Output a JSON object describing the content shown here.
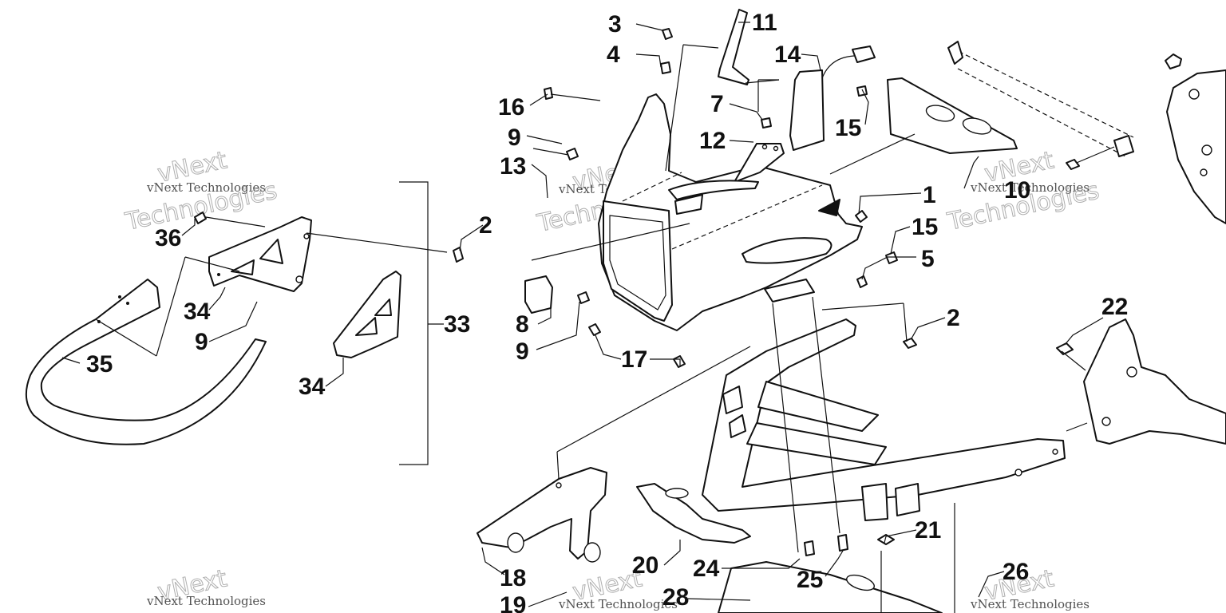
{
  "callouts": [
    {
      "id": "c3",
      "label": "3"
    },
    {
      "id": "c4",
      "label": "4"
    },
    {
      "id": "c11",
      "label": "11"
    },
    {
      "id": "c14",
      "label": "14"
    },
    {
      "id": "c16",
      "label": "16"
    },
    {
      "id": "c7",
      "label": "7"
    },
    {
      "id": "c15a",
      "label": "15"
    },
    {
      "id": "c9a",
      "label": "9"
    },
    {
      "id": "c12",
      "label": "12"
    },
    {
      "id": "c13",
      "label": "13"
    },
    {
      "id": "c10",
      "label": "10"
    },
    {
      "id": "c1",
      "label": "1"
    },
    {
      "id": "c2a",
      "label": "2"
    },
    {
      "id": "c15b",
      "label": "15"
    },
    {
      "id": "c5",
      "label": "5"
    },
    {
      "id": "c36",
      "label": "36"
    },
    {
      "id": "c34a",
      "label": "34"
    },
    {
      "id": "c9b",
      "label": "9"
    },
    {
      "id": "c33",
      "label": "33"
    },
    {
      "id": "c35",
      "label": "35"
    },
    {
      "id": "c34b",
      "label": "34"
    },
    {
      "id": "c8",
      "label": "8"
    },
    {
      "id": "c9c",
      "label": "9"
    },
    {
      "id": "c17",
      "label": "17"
    },
    {
      "id": "c2b",
      "label": "2"
    },
    {
      "id": "c22",
      "label": "22"
    },
    {
      "id": "c21",
      "label": "21"
    },
    {
      "id": "c18",
      "label": "18"
    },
    {
      "id": "c20",
      "label": "20"
    },
    {
      "id": "c24",
      "label": "24"
    },
    {
      "id": "c25",
      "label": "25"
    },
    {
      "id": "c26",
      "label": "26"
    },
    {
      "id": "c28",
      "label": "28"
    },
    {
      "id": "c19",
      "label": "19"
    }
  ],
  "watermark": {
    "brand": "vNext Technologies",
    "word_a": "vNext",
    "word_b": "Technologies"
  }
}
